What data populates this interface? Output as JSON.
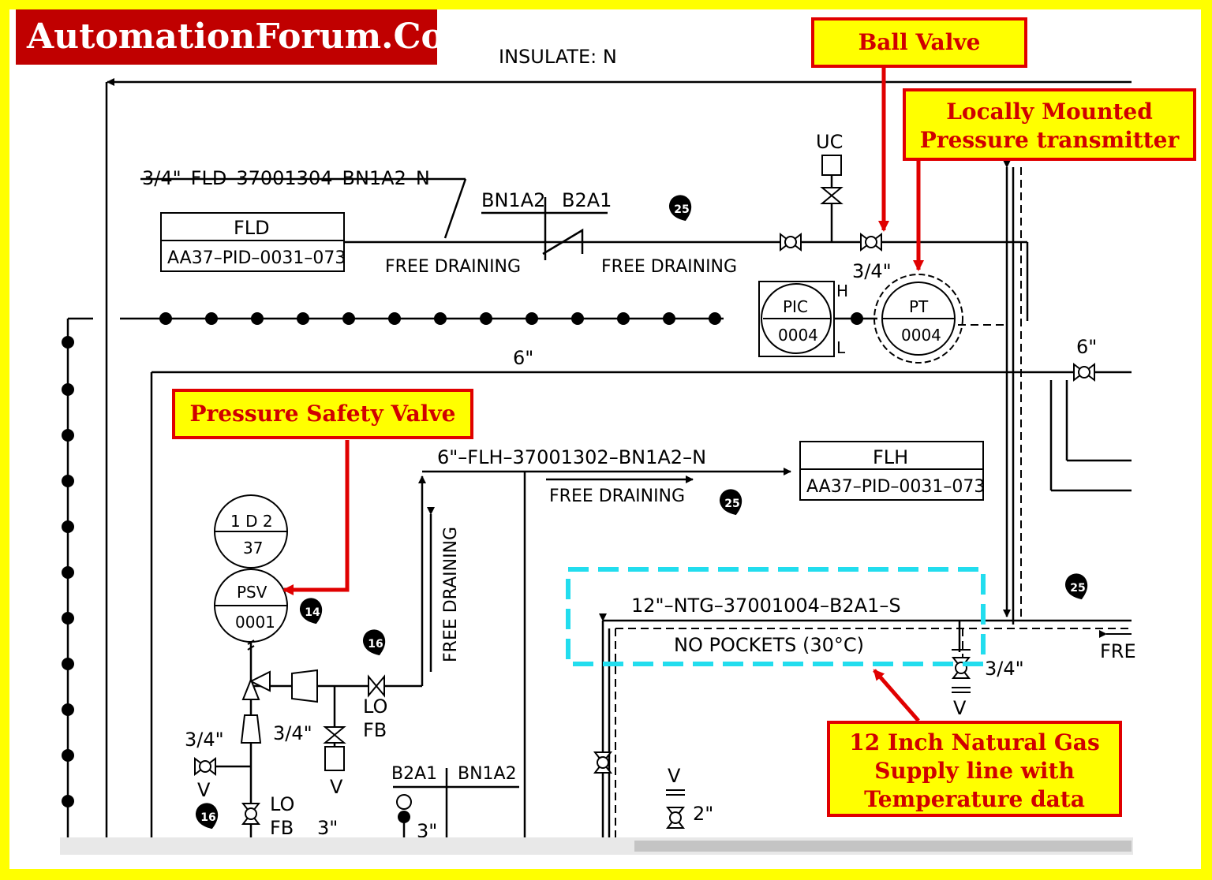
{
  "brand": {
    "title": "AutomationForum.Co"
  },
  "callouts": {
    "ball_valve": "Ball Valve",
    "pressure_transmitter": [
      "Locally Mounted",
      "Pressure transmitter"
    ],
    "psv": "Pressure Safety Valve",
    "ng_line": [
      "12 Inch Natural Gas",
      "Supply line with",
      "Temperature data"
    ]
  },
  "colors": {
    "frame": "#ffff00",
    "callout_border": "#e00000",
    "callout_text": "#d00000",
    "brand_bg": "#c00000",
    "dashed_box": "#22ddee"
  },
  "drawing": {
    "insulate": "INSULATE:  N",
    "line_fld": "3/4\"–FLD–37001304–BN1A2–N",
    "spec_break_top": [
      "BN1A2",
      "B2A1"
    ],
    "box_fld": {
      "tag": "FLD",
      "ref": "AA37–PID–0031–073"
    },
    "free_draining": "FREE  DRAINING",
    "uc": "UC",
    "size_3_4": "3/4\"",
    "pic": {
      "name": "PIC",
      "num": "0004",
      "h": "H",
      "l": "L"
    },
    "pt": {
      "name": "PT",
      "num": "0004"
    },
    "size_6": "6\"",
    "line_flh": "6\"–FLH–37001302–BN1A2–N",
    "box_flh": {
      "tag": "FLH",
      "ref": "AA37–PID–0031–073"
    },
    "psv_top": {
      "l1": "1 D 2",
      "l2": "37"
    },
    "psv": {
      "name": "PSV",
      "num": "0001"
    },
    "badges": {
      "b25": "25",
      "b14": "14",
      "b16": "16"
    },
    "line_ntg": "12\"–NTG–37001004–B2A1–S",
    "no_pockets": "NO  POCKETS  (30°C)",
    "fre": "FRE",
    "v": "V",
    "lo": "LO",
    "fb": "FB",
    "size_3": "3\"",
    "size_2": "2\"",
    "spec_break_bottom": [
      "B2A1",
      "BN1A2"
    ]
  }
}
